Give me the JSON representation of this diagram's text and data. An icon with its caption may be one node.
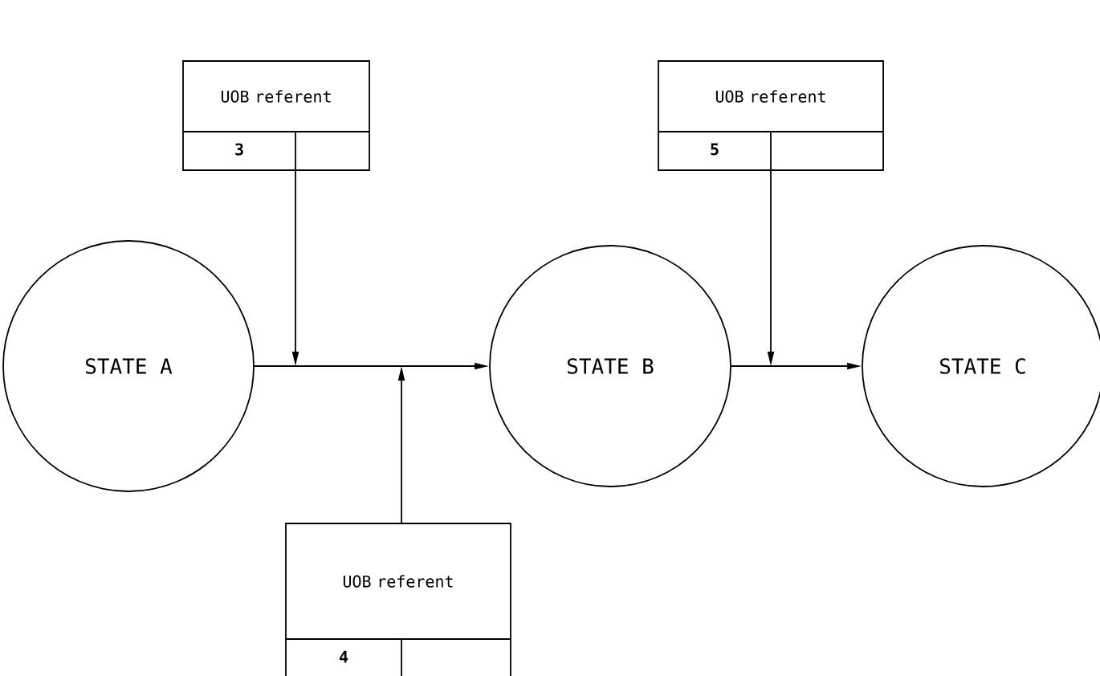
{
  "diagram": {
    "nodes": [
      {
        "text": [
          "UOB referent",
          "3"
        ]
      },
      {
        "text": [
          "UOB referent",
          "5"
        ]
      },
      {
        "text": [
          "STATE A"
        ]
      },
      {
        "text": [
          "STATE B"
        ]
      },
      {
        "text": [
          "STATE C"
        ]
      },
      {
        "text": [
          "UOB referent",
          "4"
        ]
      }
    ],
    "edges": [
      {
        "from": 2,
        "to": 3,
        "arrow": "to"
      },
      {
        "from": 3,
        "to": 4,
        "arrow": "to"
      },
      {
        "from": 0,
        "to": null,
        "arrow": "to"
      },
      {
        "from": 5,
        "to": null,
        "arrow": "to"
      },
      {
        "from": 1,
        "to": null,
        "arrow": "to"
      }
    ]
  }
}
